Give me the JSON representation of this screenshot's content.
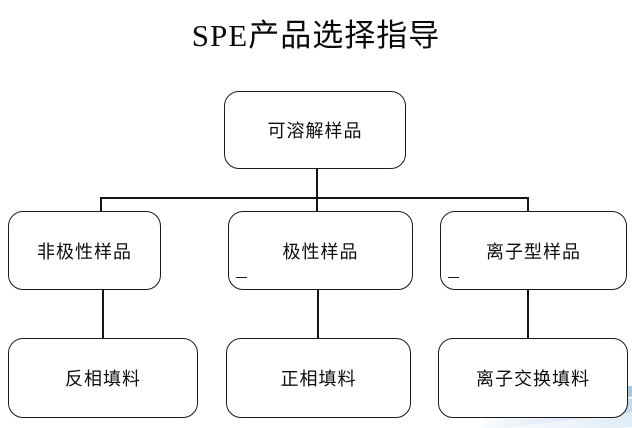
{
  "slide": {
    "title": "SPE产品选择指导",
    "background_color": "#ffffff",
    "accent_color": "#8fb4d4",
    "line_color": "#141414"
  },
  "diagram": {
    "type": "flowchart",
    "orientation": "top-down",
    "levels": [
      {
        "level": 1,
        "nodes": [
          {
            "id": "root",
            "label": "可溶解样品"
          }
        ]
      },
      {
        "level": 2,
        "nodes": [
          {
            "id": "nonpolar",
            "label": "非极性样品"
          },
          {
            "id": "polar",
            "label": "极性样品"
          },
          {
            "id": "ionic",
            "label": "离子型样品"
          }
        ]
      },
      {
        "level": 3,
        "nodes": [
          {
            "id": "reversed-phase",
            "label": "反相填料"
          },
          {
            "id": "normal-phase",
            "label": "正相填料"
          },
          {
            "id": "ion-exchange",
            "label": "离子交换填料"
          }
        ]
      }
    ],
    "edges": [
      {
        "from": "root",
        "to": "nonpolar"
      },
      {
        "from": "root",
        "to": "polar"
      },
      {
        "from": "root",
        "to": "ionic"
      },
      {
        "from": "nonpolar",
        "to": "reversed-phase"
      },
      {
        "from": "polar",
        "to": "normal-phase"
      },
      {
        "from": "ionic",
        "to": "ion-exchange"
      }
    ]
  }
}
